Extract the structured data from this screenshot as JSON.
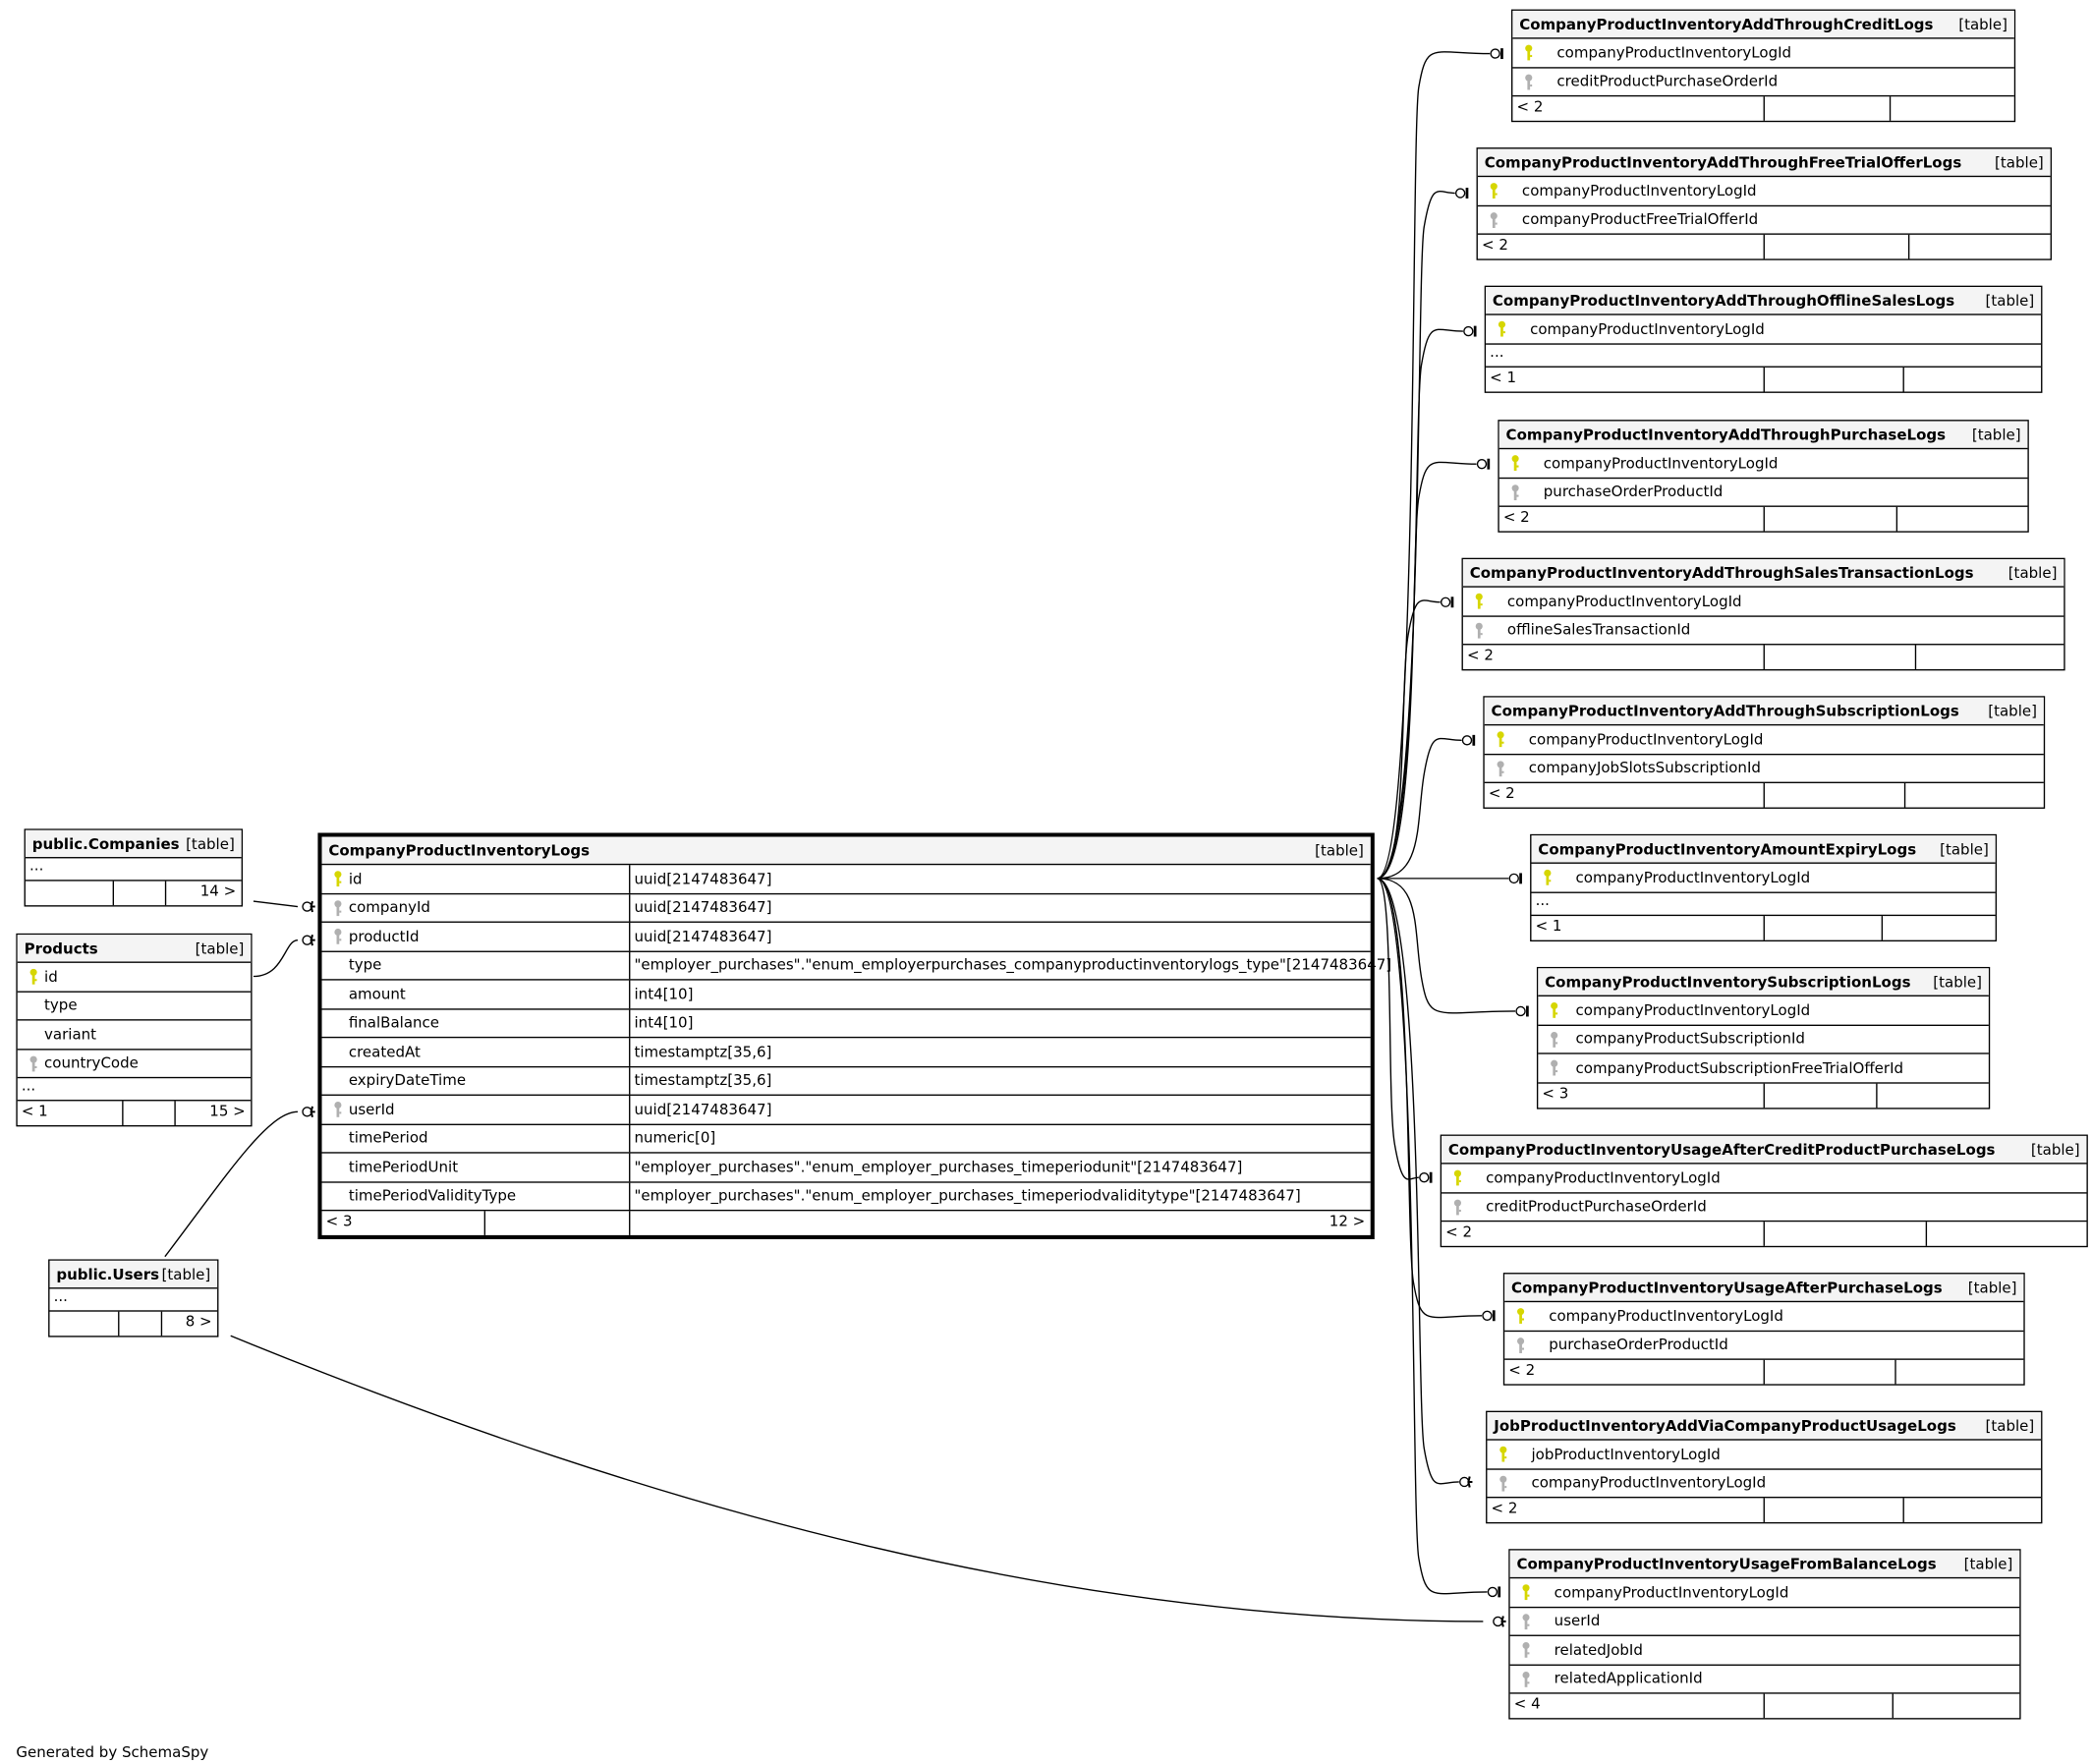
{
  "footer_text": "Generated by SchemaSpy",
  "colors": {
    "pk_key": "#d6d600",
    "fk_key": "#b0b0b0",
    "header_bg": "#f4f4f4"
  },
  "tables": [
    {
      "id": "companies",
      "name": "public.Companies",
      "kind": "[table]",
      "rows": [
        {
          "ellipsis": "..."
        }
      ],
      "footer": {
        "left": "",
        "right": "14 >"
      }
    },
    {
      "id": "products",
      "name": "Products",
      "kind": "[table]",
      "rows": [
        {
          "name": "id",
          "key": "pk"
        },
        {
          "name": "type",
          "key": "none"
        },
        {
          "name": "variant",
          "key": "none"
        },
        {
          "name": "countryCode",
          "key": "fk"
        },
        {
          "ellipsis": "..."
        }
      ],
      "footer": {
        "left": "< 1",
        "right": "15 >"
      }
    },
    {
      "id": "users",
      "name": "public.Users",
      "kind": "[table]",
      "rows": [
        {
          "ellipsis": "..."
        }
      ],
      "footer": {
        "left": "",
        "right": "8 >"
      }
    },
    {
      "id": "main",
      "name": "CompanyProductInventoryLogs",
      "kind": "[table]",
      "rows": [
        {
          "name": "id",
          "key": "pk",
          "type": "uuid[2147483647]"
        },
        {
          "name": "companyId",
          "key": "fk",
          "type": "uuid[2147483647]"
        },
        {
          "name": "productId",
          "key": "fk",
          "type": "uuid[2147483647]"
        },
        {
          "name": "type",
          "key": "none",
          "type": "\"employer_purchases\".\"enum_employerpurchases_companyproductinventorylogs_type\"[2147483647]"
        },
        {
          "name": "amount",
          "key": "none",
          "type": "int4[10]"
        },
        {
          "name": "finalBalance",
          "key": "none",
          "type": "int4[10]"
        },
        {
          "name": "createdAt",
          "key": "none",
          "type": "timestamptz[35,6]"
        },
        {
          "name": "expiryDateTime",
          "key": "none",
          "type": "timestamptz[35,6]"
        },
        {
          "name": "userId",
          "key": "fk",
          "type": "uuid[2147483647]"
        },
        {
          "name": "timePeriod",
          "key": "none",
          "type": "numeric[0]"
        },
        {
          "name": "timePeriodUnit",
          "key": "none",
          "type": "\"employer_purchases\".\"enum_employer_purchases_timeperiodunit\"[2147483647]"
        },
        {
          "name": "timePeriodValidityType",
          "key": "none",
          "type": "\"employer_purchases\".\"enum_employer_purchases_timeperiodvaliditytype\"[2147483647]"
        }
      ],
      "footer": {
        "left": "< 3",
        "right": "12 >"
      }
    },
    {
      "id": "t1",
      "name": "CompanyProductInventoryAddThroughCreditLogs",
      "kind": "[table]",
      "rows": [
        {
          "name": "companyProductInventoryLogId",
          "key": "pk"
        },
        {
          "name": "creditProductPurchaseOrderId",
          "key": "fk"
        }
      ],
      "footer": {
        "left": "< 2",
        "right": ""
      }
    },
    {
      "id": "t2",
      "name": "CompanyProductInventoryAddThroughFreeTrialOfferLogs",
      "kind": "[table]",
      "rows": [
        {
          "name": "companyProductInventoryLogId",
          "key": "pk"
        },
        {
          "name": "companyProductFreeTrialOfferId",
          "key": "fk"
        }
      ],
      "footer": {
        "left": "< 2",
        "right": ""
      }
    },
    {
      "id": "t3",
      "name": "CompanyProductInventoryAddThroughOfflineSalesLogs",
      "kind": "[table]",
      "rows": [
        {
          "name": "companyProductInventoryLogId",
          "key": "pk"
        },
        {
          "ellipsis": "..."
        }
      ],
      "footer": {
        "left": "< 1",
        "right": ""
      }
    },
    {
      "id": "t4",
      "name": "CompanyProductInventoryAddThroughPurchaseLogs",
      "kind": "[table]",
      "rows": [
        {
          "name": "companyProductInventoryLogId",
          "key": "pk"
        },
        {
          "name": "purchaseOrderProductId",
          "key": "fk"
        }
      ],
      "footer": {
        "left": "< 2",
        "right": ""
      }
    },
    {
      "id": "t5",
      "name": "CompanyProductInventoryAddThroughSalesTransactionLogs",
      "kind": "[table]",
      "rows": [
        {
          "name": "companyProductInventoryLogId",
          "key": "pk"
        },
        {
          "name": "offlineSalesTransactionId",
          "key": "fk"
        }
      ],
      "footer": {
        "left": "< 2",
        "right": ""
      }
    },
    {
      "id": "t6",
      "name": "CompanyProductInventoryAddThroughSubscriptionLogs",
      "kind": "[table]",
      "rows": [
        {
          "name": "companyProductInventoryLogId",
          "key": "pk"
        },
        {
          "name": "companyJobSlotsSubscriptionId",
          "key": "fk"
        }
      ],
      "footer": {
        "left": "< 2",
        "right": ""
      }
    },
    {
      "id": "t7",
      "name": "CompanyProductInventoryAmountExpiryLogs",
      "kind": "[table]",
      "rows": [
        {
          "name": "companyProductInventoryLogId",
          "key": "pk"
        },
        {
          "ellipsis": "..."
        }
      ],
      "footer": {
        "left": "< 1",
        "right": ""
      }
    },
    {
      "id": "t8",
      "name": "CompanyProductInventorySubscriptionLogs",
      "kind": "[table]",
      "rows": [
        {
          "name": "companyProductInventoryLogId",
          "key": "pk"
        },
        {
          "name": "companyProductSubscriptionId",
          "key": "fk"
        },
        {
          "name": "companyProductSubscriptionFreeTrialOfferId",
          "key": "fk"
        }
      ],
      "footer": {
        "left": "< 3",
        "right": ""
      }
    },
    {
      "id": "t9",
      "name": "CompanyProductInventoryUsageAfterCreditProductPurchaseLogs",
      "kind": "[table]",
      "rows": [
        {
          "name": "companyProductInventoryLogId",
          "key": "pk"
        },
        {
          "name": "creditProductPurchaseOrderId",
          "key": "fk"
        }
      ],
      "footer": {
        "left": "< 2",
        "right": ""
      }
    },
    {
      "id": "t10",
      "name": "CompanyProductInventoryUsageAfterPurchaseLogs",
      "kind": "[table]",
      "rows": [
        {
          "name": "companyProductInventoryLogId",
          "key": "pk"
        },
        {
          "name": "purchaseOrderProductId",
          "key": "fk"
        }
      ],
      "footer": {
        "left": "< 2",
        "right": ""
      }
    },
    {
      "id": "t11",
      "name": "JobProductInventoryAddViaCompanyProductUsageLogs",
      "kind": "[table]",
      "rows": [
        {
          "name": "jobProductInventoryLogId",
          "key": "pk"
        },
        {
          "name": "companyProductInventoryLogId",
          "key": "fk"
        }
      ],
      "footer": {
        "left": "< 2",
        "right": ""
      }
    },
    {
      "id": "t12",
      "name": "CompanyProductInventoryUsageFromBalanceLogs",
      "kind": "[table]",
      "rows": [
        {
          "name": "companyProductInventoryLogId",
          "key": "pk"
        },
        {
          "name": "userId",
          "key": "fk"
        },
        {
          "name": "relatedJobId",
          "key": "fk"
        },
        {
          "name": "relatedApplicationId",
          "key": "fk"
        }
      ],
      "footer": {
        "left": "< 4",
        "right": ""
      }
    }
  ]
}
